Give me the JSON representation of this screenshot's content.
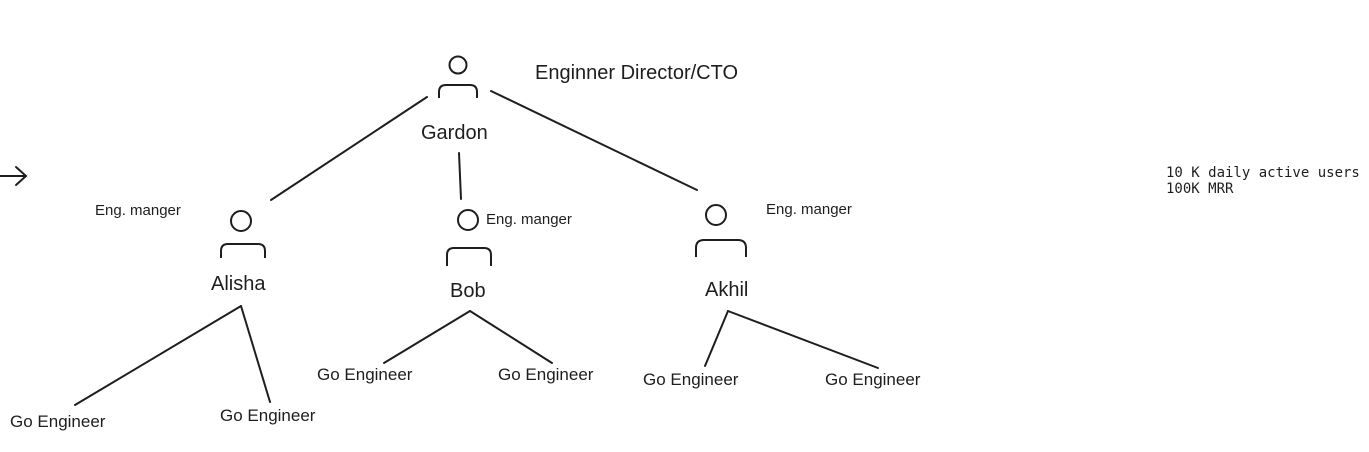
{
  "colors": {
    "stroke": "#1e1e1e",
    "background": "#ffffff"
  },
  "root": {
    "name": "Gardon",
    "role": "Enginner Director/CTO"
  },
  "managers": [
    {
      "name": "Alisha",
      "role": "Eng. manger"
    },
    {
      "name": "Bob",
      "role": "Eng. manger"
    },
    {
      "name": "Akhil",
      "role": "Eng. manger"
    }
  ],
  "engineers": [
    {
      "label": "Go Engineer"
    },
    {
      "label": "Go Engineer"
    },
    {
      "label": "Go Engineer"
    },
    {
      "label": "Go Engineer"
    },
    {
      "label": "Go Engineer"
    },
    {
      "label": "Go Engineer"
    }
  ],
  "notes": {
    "line1": "10 K daily active users",
    "line2": "100K MRR"
  },
  "icons": {
    "arrow": "arrow-right-icon",
    "person": "person-icon"
  }
}
